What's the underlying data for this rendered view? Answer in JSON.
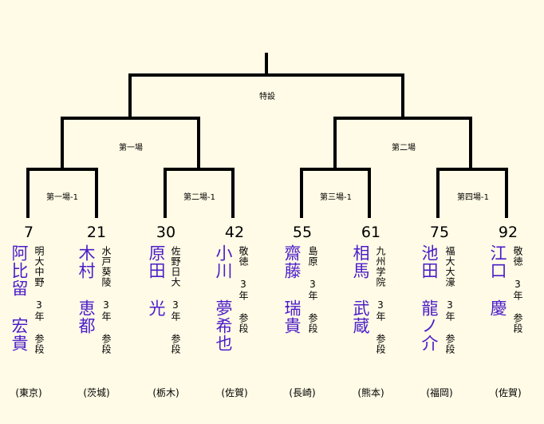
{
  "matches": {
    "final": "特設",
    "semi_1": "第一場",
    "semi_2": "第二場",
    "qf_1": "第一場-1",
    "qf_2": "第二場-1",
    "qf_3": "第三場-1",
    "qf_4": "第四場-1"
  },
  "players": [
    {
      "seed": "7",
      "name": "阿比留 宏貴",
      "affiliation": "明大中野 3年 参段",
      "prefecture": "(東京)"
    },
    {
      "seed": "21",
      "name": "木村 恵都",
      "affiliation": "水戸葵陵 3年 参段",
      "prefecture": "(茨城)"
    },
    {
      "seed": "30",
      "name": "原田 光",
      "affiliation": "佐野日大 3年 参段",
      "prefecture": "(栃木)"
    },
    {
      "seed": "42",
      "name": "小川 夢希也",
      "affiliation": "敬徳 3年 参段",
      "prefecture": "(佐賀)"
    },
    {
      "seed": "55",
      "name": "齋藤 瑞貴",
      "affiliation": "島原 3年 参段",
      "prefecture": "(長崎)"
    },
    {
      "seed": "61",
      "name": "相馬 武蔵",
      "affiliation": "九州学院 3年 参段",
      "prefecture": "(熊本)"
    },
    {
      "seed": "75",
      "name": "池田 龍ノ介",
      "affiliation": "福大大濠 3年 参段",
      "prefecture": "(福岡)"
    },
    {
      "seed": "92",
      "name": "江口 慶",
      "affiliation": "敬徳 3年 参段",
      "prefecture": "(佐賀)"
    }
  ],
  "colors": {
    "player_name": "#4b1dc9",
    "line": "#000000",
    "background": "#fffbe6"
  }
}
